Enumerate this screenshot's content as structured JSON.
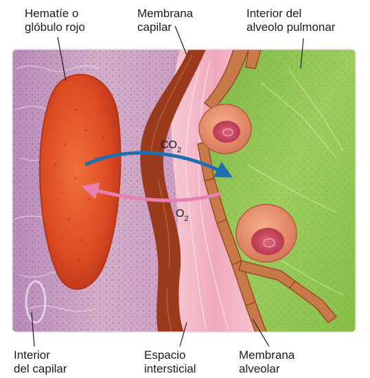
{
  "labels": {
    "red_cell": {
      "line1": "Hematíe o",
      "line2": "glóbulo rojo"
    },
    "capillary_membrane": {
      "line1": "Membrana",
      "line2": "capilar"
    },
    "alveolus_interior": {
      "line1": "Interior del",
      "line2": "alveolo pulmonar"
    },
    "capillary_interior": {
      "line1": "Interior",
      "line2": "del capilar"
    },
    "interstitial_space": {
      "line1": "Espacio",
      "line2": "intersticial"
    },
    "alveolar_membrane": {
      "line1": "Membrana",
      "line2": "alveolar"
    }
  },
  "gases": {
    "co2": {
      "base": "CO",
      "sub": "2"
    },
    "o2": {
      "base": "O",
      "sub": "2"
    }
  },
  "colors": {
    "capillary_tissue": "#c9a6c8",
    "red_cell": "#e0502a",
    "capillary_membrane": "#9a3a1c",
    "interstitial": "#f2b8c6",
    "alveolar_tissue": "#8cc44e",
    "alveolar_membrane": "#c87a4a",
    "co2_arrow": "#1f6fb0",
    "o2_arrow": "#e87fb0"
  }
}
